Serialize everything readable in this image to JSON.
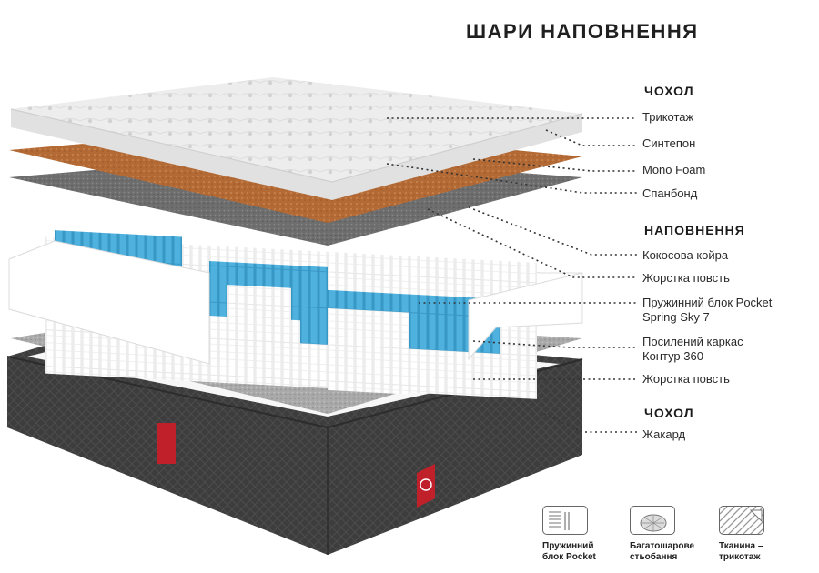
{
  "title": "ШАРИ НАПОВНЕННЯ",
  "sections": {
    "cover_top": "ЧОХОЛ",
    "filling": "НАПОВНЕННЯ",
    "cover_bottom": "ЧОХОЛ"
  },
  "labels": {
    "knit": "Трикотаж",
    "synthepon": "Синтепон",
    "mono_foam": "Mono Foam",
    "spunbond": "Спанбонд",
    "coconut": "Кокосова койра",
    "felt1": "Жорстка повсть",
    "pocket_line1": "Пружинний блок Pocket",
    "pocket_line2": "Spring Sky 7",
    "frame_line1": "Посилений каркас",
    "frame_line2": "Контур 360",
    "felt2": "Жорстка повсть",
    "jacquard": "Жакард"
  },
  "features": [
    {
      "line1": "Пружинний",
      "line2": "блок Pocket",
      "icon": "pocket-spring-icon"
    },
    {
      "line1": "Багатошарове",
      "line2": "стьобання",
      "icon": "quilting-icon"
    },
    {
      "line1": "Тканина –",
      "line2": "трикотаж",
      "icon": "knit-fabric-icon"
    }
  ],
  "colors": {
    "cover_white": "#ececec",
    "coconut": "#b56a35",
    "felt": "#6b6b6b",
    "spring_blue": "#3a9fd0",
    "base_dark": "#3c3c3c",
    "brand_red": "#c0202a"
  }
}
